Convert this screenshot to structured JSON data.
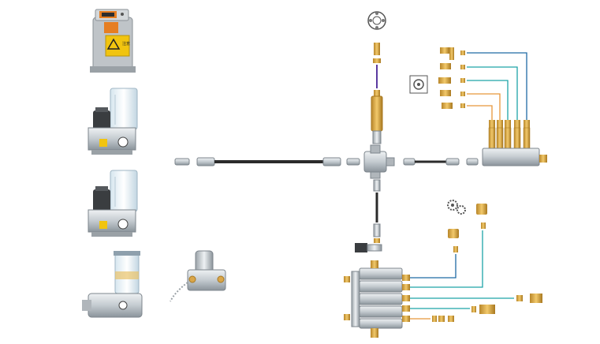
{
  "diagram": {
    "kind": "lubrication-system-schematic",
    "pumps": [
      {
        "name": "electric-grease-pump-with-display",
        "panel_label": "注意"
      },
      {
        "name": "electric-oil-pump-with-motor-a"
      },
      {
        "name": "electric-oil-pump-with-motor-b"
      },
      {
        "name": "pneumatic-grease-pump"
      },
      {
        "name": "manual-valve-block-with-chain"
      }
    ],
    "colors": {
      "hose": "#2b2b2b",
      "brass": "#d9a64a",
      "brass_dark": "#a8781f",
      "steel": "#c9ced3",
      "steel_dark": "#7d858c",
      "blue_line": "#1f6aa5",
      "teal_line": "#1ea3a8",
      "orange_line": "#e8963a",
      "purple_line": "#5b3aa0",
      "warning_yellow": "#f1c40f",
      "pump_body": "#cfd3d6",
      "display_orange": "#e67e22"
    },
    "icons": [
      "bearing-icon",
      "gear-icon",
      "spindle-icon"
    ]
  }
}
